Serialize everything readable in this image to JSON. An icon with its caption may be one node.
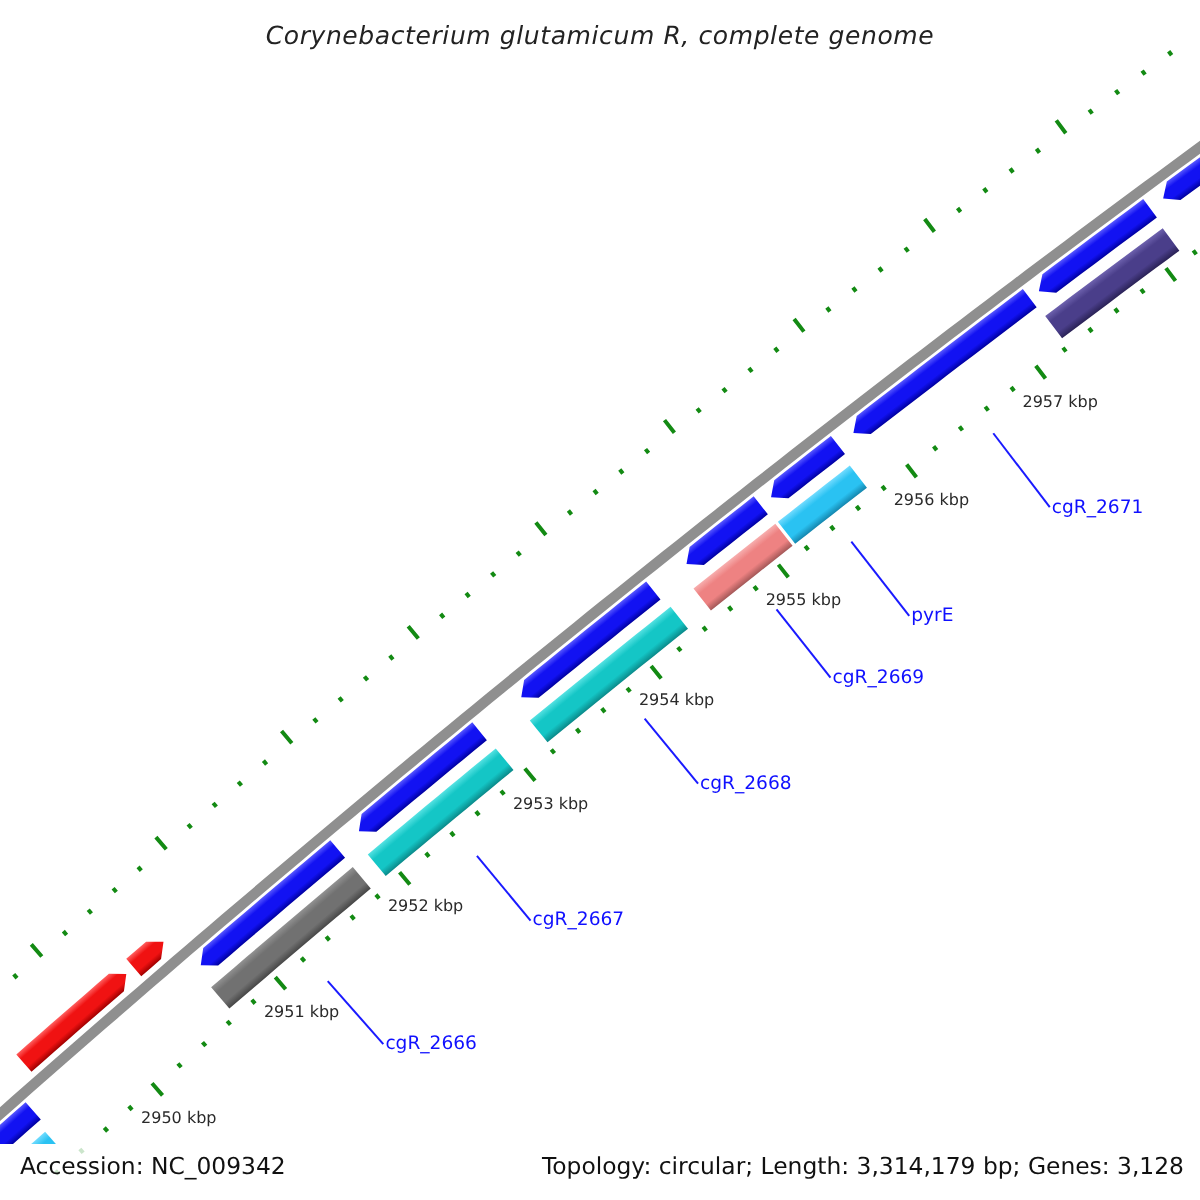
{
  "diagram": {
    "title": "Corynebacterium glutamicum R, complete genome",
    "nodes": [
      {
        "text": [],
        "shape": "arrow"
      },
      {
        "text": [],
        "shape": "bar"
      },
      {
        "text": [],
        "shape": "arrow"
      },
      {
        "text": [],
        "shape": "arrow"
      },
      {
        "text": [],
        "shape": "arrow"
      },
      {
        "text": [],
        "shape": "bar"
      },
      {
        "text": [],
        "shape": "arrow"
      },
      {
        "text": [],
        "shape": "bar"
      },
      {
        "text": [],
        "shape": "arrow"
      },
      {
        "text": [],
        "shape": "bar"
      },
      {
        "text": [],
        "shape": "arrow"
      },
      {
        "text": [],
        "shape": "bar"
      },
      {
        "text": [],
        "shape": "arrow"
      },
      {
        "text": [],
        "shape": "bar"
      },
      {
        "text": [],
        "shape": "arrow"
      },
      {
        "text": [],
        "shape": "arrow"
      },
      {
        "text": [],
        "shape": "bar"
      },
      {
        "text": [],
        "shape": "arrow"
      },
      {
        "text": [
          "cgR_2666"
        ]
      },
      {
        "text": [
          "cgR_2667"
        ]
      },
      {
        "text": [
          "cgR_2668"
        ]
      },
      {
        "text": [
          "cgR_2669"
        ]
      },
      {
        "text": [
          "pyrE"
        ]
      },
      {
        "text": [
          "cgR_2671"
        ]
      }
    ],
    "edges": [
      {
        "from": 18,
        "to": 5,
        "arrow": "none"
      },
      {
        "from": 19,
        "to": 7,
        "arrow": "none"
      },
      {
        "from": 20,
        "to": 9,
        "arrow": "none"
      },
      {
        "from": 21,
        "to": 11,
        "arrow": "none"
      },
      {
        "from": 22,
        "to": 13,
        "arrow": "none"
      },
      {
        "from": 23,
        "to": 14,
        "arrow": "none"
      }
    ],
    "labels": [
      "2957 kbp",
      "2956 kbp",
      "2955 kbp",
      "2954 kbp",
      "2953 kbp",
      "2952 kbp",
      "2951 kbp",
      "2950 kbp",
      "Accession: NC_009342",
      "Topology: circular; Length: 3,314,179 bp; Genes: 3,128"
    ]
  }
}
